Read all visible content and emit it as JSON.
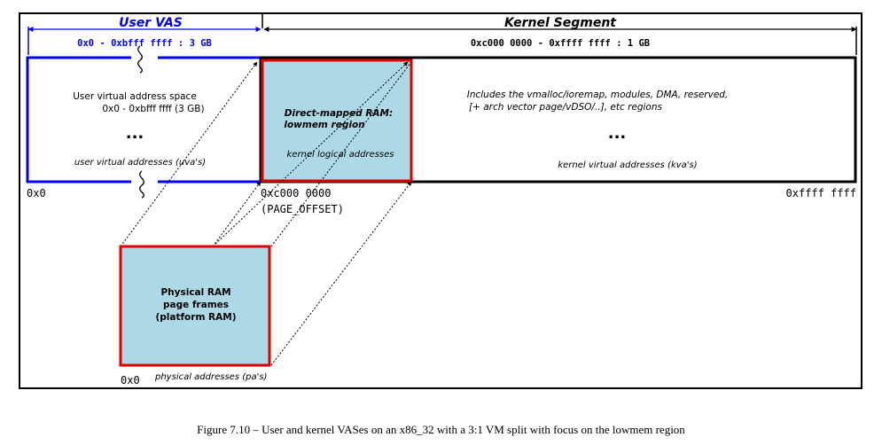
{
  "user_vas": {
    "title": "User VAS",
    "range": "0x0 - 0xbfff ffff : 3 GB",
    "line1": "User virtual address space",
    "line2": "0x0 - 0xbfff ffff (3 GB)",
    "ellipsis": "...",
    "uva": "user virtual addresses (uva's)"
  },
  "kernel": {
    "title": "Kernel Segment",
    "range": "0xc000 0000 - 0xffff ffff : 1 GB",
    "lowmem_line1": "Direct-mapped RAM:",
    "lowmem_line2": "lowmem region",
    "klogical": "kernel logical addresses",
    "includes_line1": "Includes the vmalloc/ioremap, modules, DMA, reserved,",
    "includes_line2": "[+ arch vector page/vDSO/..], etc regions",
    "ellipsis": "...",
    "kva": "kernel virtual addresses (kva's)"
  },
  "addresses": {
    "start": "0x0",
    "page_offset": "0xc000 0000",
    "page_offset_label": "(PAGE_OFFSET)",
    "end": "0xffff ffff",
    "phys_start": "0x0"
  },
  "physical_ram": {
    "line1": "Physical RAM",
    "line2": "page frames",
    "line3": "(platform RAM)",
    "pa": "physical addresses (pa's)"
  },
  "caption": "Figure 7.10 – User and kernel VASes on an x86_32 with a 3:1 VM split with focus on the lowmem region",
  "colors": {
    "user_blue": "#0000ee",
    "lowmem_fill": "#add8e6",
    "red_border": "#e00000",
    "black": "#000000"
  }
}
